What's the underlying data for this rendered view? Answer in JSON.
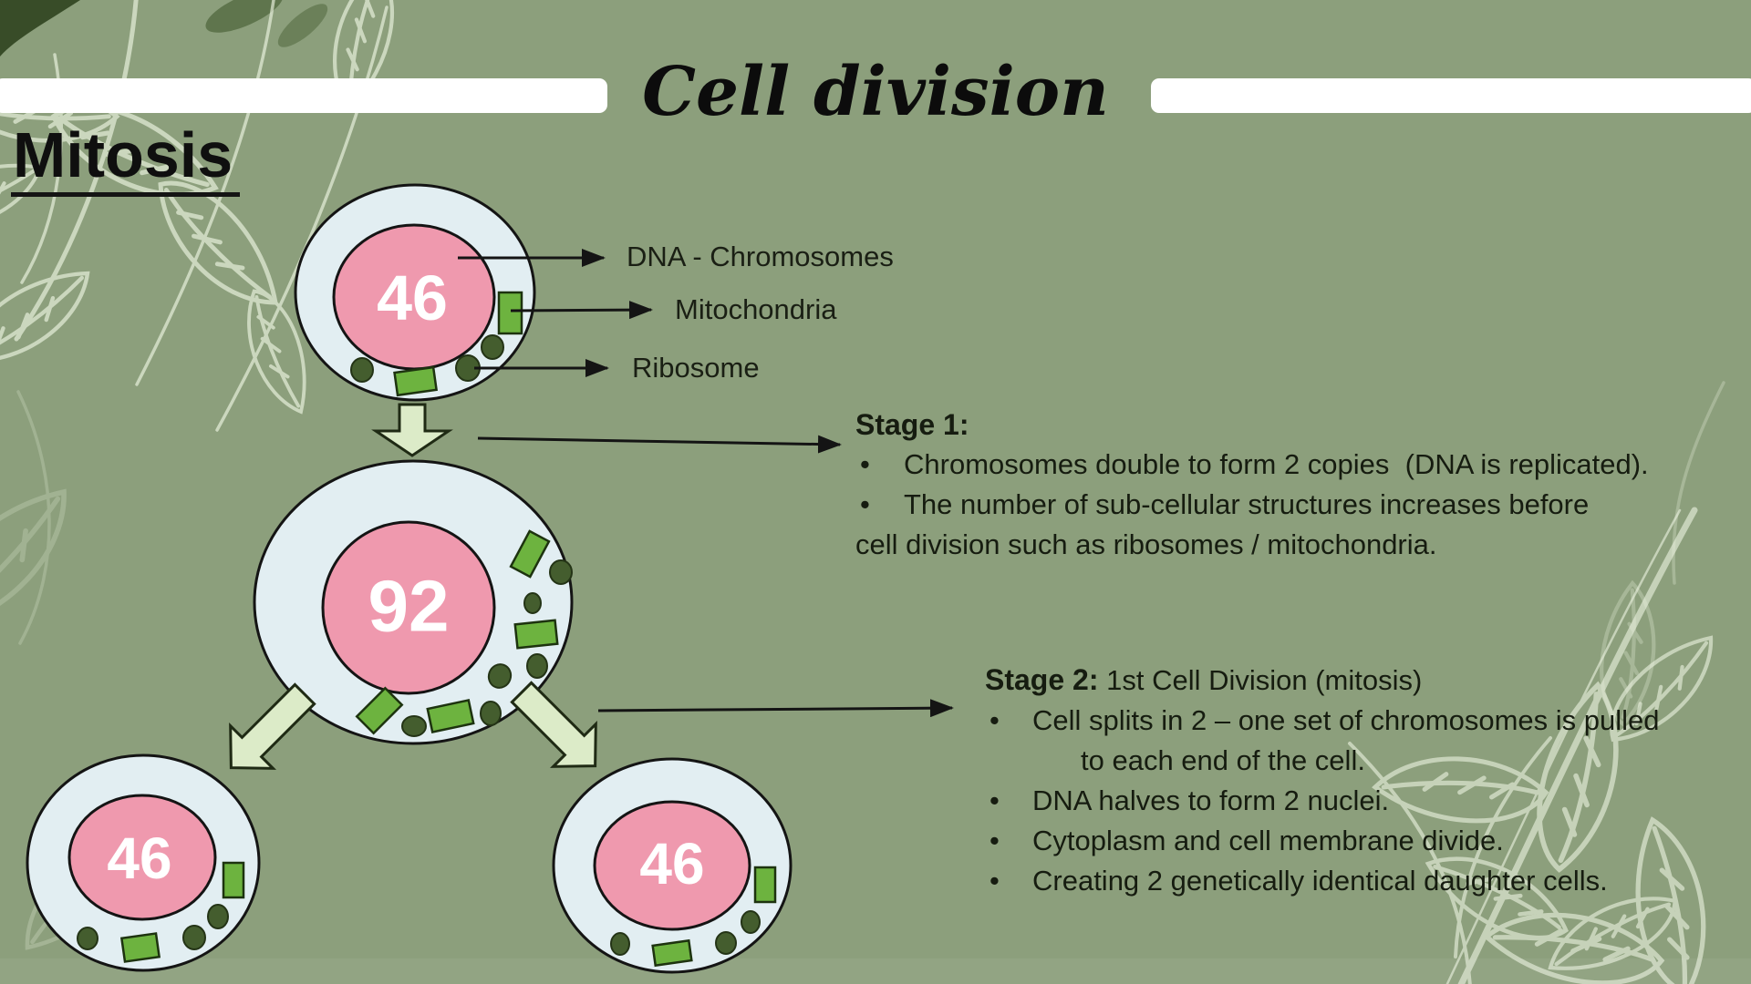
{
  "slide": {
    "title": "Cell division",
    "section_heading": "Mitosis"
  },
  "diagram": {
    "parent_cell_chromosomes": "46",
    "doubled_cell_chromosomes": "92",
    "daughter_cell_1_chromosomes": "46",
    "daughter_cell_2_chromosomes": "46",
    "labels": {
      "dna": "DNA - Chromosomes",
      "mitochondria": "Mitochondria",
      "ribosome": "Ribosome"
    }
  },
  "stage1": {
    "heading": "Stage 1:",
    "lines": [
      {
        "bullet": "•",
        "text": "Chromosomes double to form 2 copies  (DNA is replicated)."
      },
      {
        "bullet": "•",
        "text": "The number of sub-cellular structures increases before"
      },
      {
        "bullet": "",
        "text": "cell division such as ribosomes / mitochondria."
      }
    ]
  },
  "stage2": {
    "heading_bold": "Stage 2:",
    "heading_rest": " 1st Cell Division (mitosis)",
    "lines": [
      {
        "bullet": "•",
        "text": "Cell splits in 2 – one set of chromosomes is pulled"
      },
      {
        "bullet": "",
        "text": "to each end of the cell."
      },
      {
        "bullet": "•",
        "text": "DNA halves to form 2 nuclei."
      },
      {
        "bullet": "•",
        "text": "Cytoplasm and cell membrane divide."
      },
      {
        "bullet": "•",
        "text": "Creating 2 genetically identical daughter cells."
      }
    ]
  },
  "colors": {
    "background": "#8c9f7c",
    "cell_cytoplasm": "#e2eef2",
    "nucleus_pink": "#ef99ae",
    "mitochondria_green": "#6db33f",
    "ribosome_dark_green": "#445d2e",
    "block_arrow_fill": "#dcebc8",
    "outline_black": "#141414",
    "title_bar_white": "#ffffff",
    "leaf_sketch_white": "#eef5e2"
  }
}
